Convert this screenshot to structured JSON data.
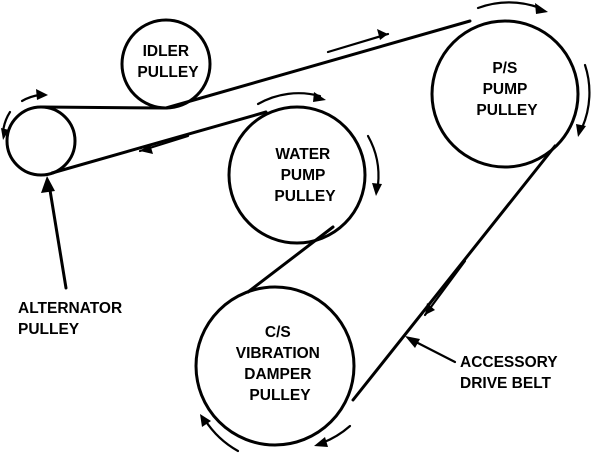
{
  "colors": {
    "line": "#000000",
    "background": "#ffffff"
  },
  "pulleys": {
    "idler": {
      "line1": "IDLER",
      "line2": "PULLEY"
    },
    "ps_pump": {
      "line1": "P/S",
      "line2": "PUMP",
      "line3": "PULLEY"
    },
    "water_pump": {
      "line1": "WATER",
      "line2": "PUMP",
      "line3": "PULLEY"
    },
    "damper": {
      "line1": "C/S",
      "line2": "VIBRATION",
      "line3": "DAMPER",
      "line4": "PULLEY"
    },
    "alternator": {
      "line1": "ALTERNATOR",
      "line2": "PULLEY"
    }
  },
  "belt": {
    "line1": "ACCESSORY",
    "line2": "DRIVE BELT"
  }
}
